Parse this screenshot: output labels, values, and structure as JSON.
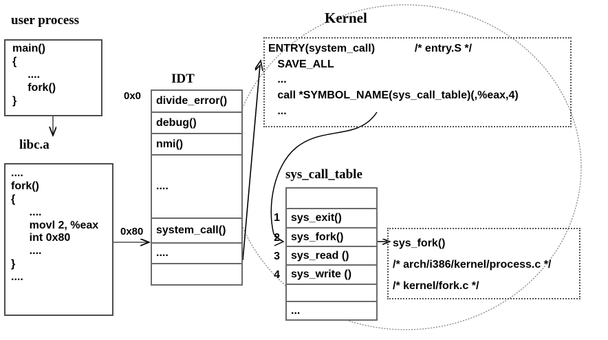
{
  "diagram": {
    "title": "Linux system call path (fork)",
    "colors": {
      "ink": "#000000",
      "box_border": "#4d4d4d",
      "table_border": "#6a6a6a",
      "dotted_border": "#555555",
      "ellipse": "#8c8c8c",
      "background": "#ffffff"
    }
  },
  "user_process": {
    "label": "user process",
    "code_lines": [
      "main()",
      "{",
      "     ....",
      "     fork()",
      "}"
    ]
  },
  "libc": {
    "label": "libc.a",
    "code_lines": [
      "....",
      "fork()",
      "{",
      "      ....",
      "      movl 2, %eax",
      "      int 0x80",
      "      ....",
      "}",
      "...."
    ]
  },
  "idt": {
    "label": "IDT",
    "vector_first": "0x0",
    "vector_syscall": "0x80",
    "rows": [
      "divide_error()",
      "debug()",
      "nmi()",
      "",
      "....",
      "",
      "system_call()",
      "....",
      ""
    ]
  },
  "kernel": {
    "label": "Kernel",
    "entry_box": {
      "lines": [
        "ENTRY(system_call)             /* entry.S */",
        "   SAVE_ALL",
        "   ...",
        "   call *SYMBOL_NAME(sys_call_table)(,%eax,4)",
        "   ..."
      ]
    }
  },
  "sys_call_table": {
    "label": "sys_call_table",
    "indices": [
      "",
      "1",
      "2",
      "3",
      "4",
      "",
      ""
    ],
    "entries": [
      "",
      "sys_exit()",
      "sys_fork()",
      "sys_read ()",
      "sys_write ()",
      "",
      "..."
    ]
  },
  "sys_fork_box": {
    "lines": [
      "sys_fork()",
      "/* arch/i386/kernel/process.c */",
      "/* kernel/fork.c */"
    ]
  },
  "arrows": {
    "user_to_libc": "arrow-down",
    "libc_to_idt": "arrow-right-0x80",
    "idt_to_entry": "arrow-up-into-entry",
    "entry_to_table": "curved-arrow-to-sys-fork",
    "table_to_impl": "arrow-right-to-sys-fork-impl"
  }
}
